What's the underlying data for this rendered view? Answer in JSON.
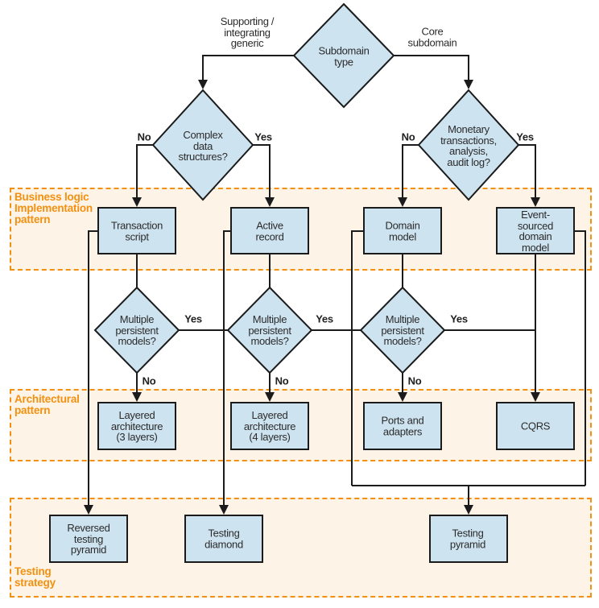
{
  "colors": {
    "node_fill": "#cee3f0",
    "node_border": "#1b1b1b",
    "region_bg": "#fdf3e6",
    "accent_orange": "#f29111",
    "text_color": "#2b2b2b"
  },
  "regions": {
    "business_logic": {
      "label": "Business logic\nImplementation\npattern"
    },
    "architectural": {
      "label": "Architectural\npattern"
    },
    "testing": {
      "label": "Testing\nstrategy"
    }
  },
  "decision_nodes": {
    "subdomain_type": {
      "label": "Subdomain\ntype"
    },
    "complex_data_structures": {
      "label": "Complex\ndata\nstructures?"
    },
    "monetary_transactions": {
      "label": "Monetary\ntransactions,\nanalysis,\naudit log?"
    },
    "multiple_persistent_models_1": {
      "label": "Multiple\npersistent\nmodels?"
    },
    "multiple_persistent_models_2": {
      "label": "Multiple\npersistent\nmodels?"
    },
    "multiple_persistent_models_3": {
      "label": "Multiple\npersistent\nmodels?"
    }
  },
  "pattern_nodes": {
    "transaction_script": {
      "label": "Transaction\nscript"
    },
    "active_record": {
      "label": "Active\nrecord"
    },
    "domain_model": {
      "label": "Domain\nmodel"
    },
    "event_sourced_domain_model": {
      "label": "Event-sourced\ndomain\nmodel"
    },
    "layered_architecture_3": {
      "label": "Layered\narchitecture\n(3 layers)"
    },
    "layered_architecture_4": {
      "label": "Layered\narchitecture\n(4 layers)"
    },
    "ports_and_adapters": {
      "label": "Ports and\nadapters"
    },
    "cqrs": {
      "label": "CQRS"
    },
    "reversed_testing_pyramid": {
      "label": "Reversed\ntesting\npyramid"
    },
    "testing_diamond": {
      "label": "Testing\ndiamond"
    },
    "testing_pyramid": {
      "label": "Testing\npyramid"
    }
  },
  "edge_labels": {
    "supporting": "Supporting /\nintegrating\ngeneric",
    "core": "Core\nsubdomain",
    "no": "No",
    "yes": "Yes"
  }
}
